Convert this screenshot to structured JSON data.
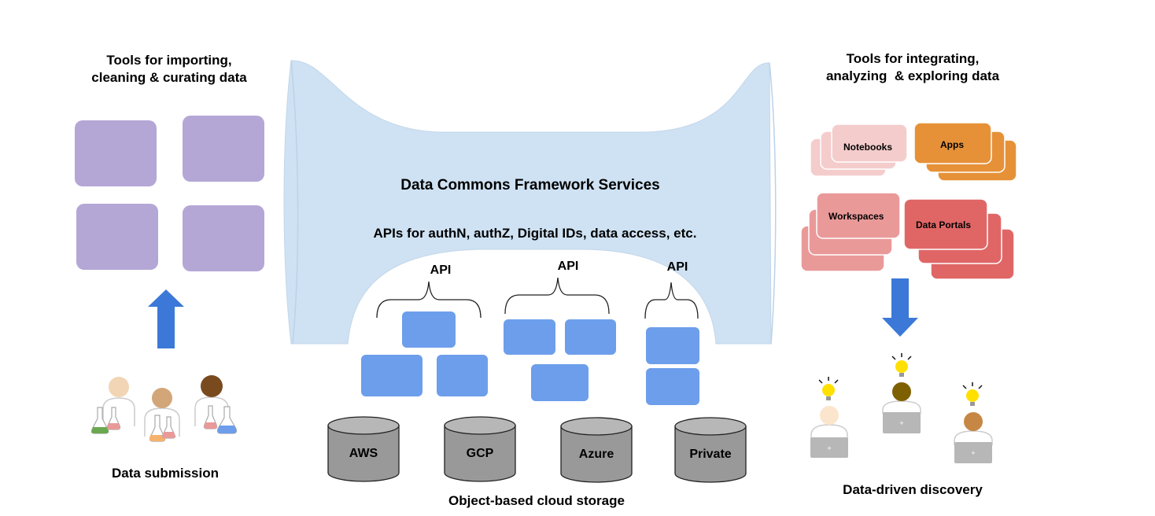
{
  "left": {
    "title_line1": "Tools for importing,",
    "title_line2": "cleaning & curating data",
    "caption": "Data submission"
  },
  "center": {
    "title": "Data Commons Framework Services",
    "subtitle": "APIs for authN, authZ, Digital IDs, data access, etc.",
    "api_labels": [
      "API",
      "API",
      "API"
    ],
    "storage": [
      "AWS",
      "GCP",
      "Azure",
      "Private"
    ],
    "caption": "Object-based cloud storage"
  },
  "right": {
    "title_line1": "Tools for integrating,",
    "title_line2": "analyzing  & exploring data",
    "tools": [
      "Notebooks",
      "Apps",
      "Workspaces",
      "Data Portals"
    ],
    "caption": "Data-driven discovery"
  },
  "colors": {
    "purple_tile": "#b4a7d6",
    "framework": "#cfe2f3",
    "api_block": "#6d9eeb",
    "arrow": "#3c78d8",
    "cylinder": "#999999",
    "notebooks": "#f4cccc",
    "apps": "#e69138",
    "workspaces": "#ea9999",
    "portals": "#e06666"
  },
  "icons": [
    "researcher-icon",
    "flask-icon",
    "lightbulb-icon",
    "laptop-icon",
    "up-arrow-icon",
    "down-arrow-icon",
    "brace-icon",
    "database-cylinder-icon"
  ]
}
